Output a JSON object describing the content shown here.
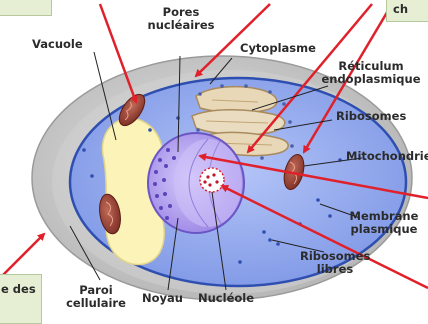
{
  "labels": {
    "pores": [
      "Pores",
      "nucléaires"
    ],
    "vacuole": "Vacuole",
    "cytoplasme": "Cytoplasme",
    "reticulum": [
      "Réticulum",
      "endoplasmique"
    ],
    "ribosomes": "Ribosomes",
    "mitochondrie": "Mitochondrie",
    "membrane": [
      "Membrane",
      "plasmique"
    ],
    "ribosomes_libres": [
      "Ribosomes",
      "libres"
    ],
    "paroi": [
      "Paroi",
      "cellulaire"
    ],
    "noyau": "Noyau",
    "nucleole": "Nucléole"
  },
  "cropped_text": {
    "top_right": "ch",
    "bottom_left": "e des"
  },
  "colors": {
    "cell_wall": "#c9c9c9",
    "cytoplasm": "#8fa8ec",
    "membrane": "#2f4fb0",
    "vacuole": "#fbf3b8",
    "nucleus": "#b9a8f0",
    "arrow": "#e0202a",
    "mitochondria": "#8b3a2e",
    "er": "#e8d8b8",
    "callout_box": "#e6efd3"
  }
}
